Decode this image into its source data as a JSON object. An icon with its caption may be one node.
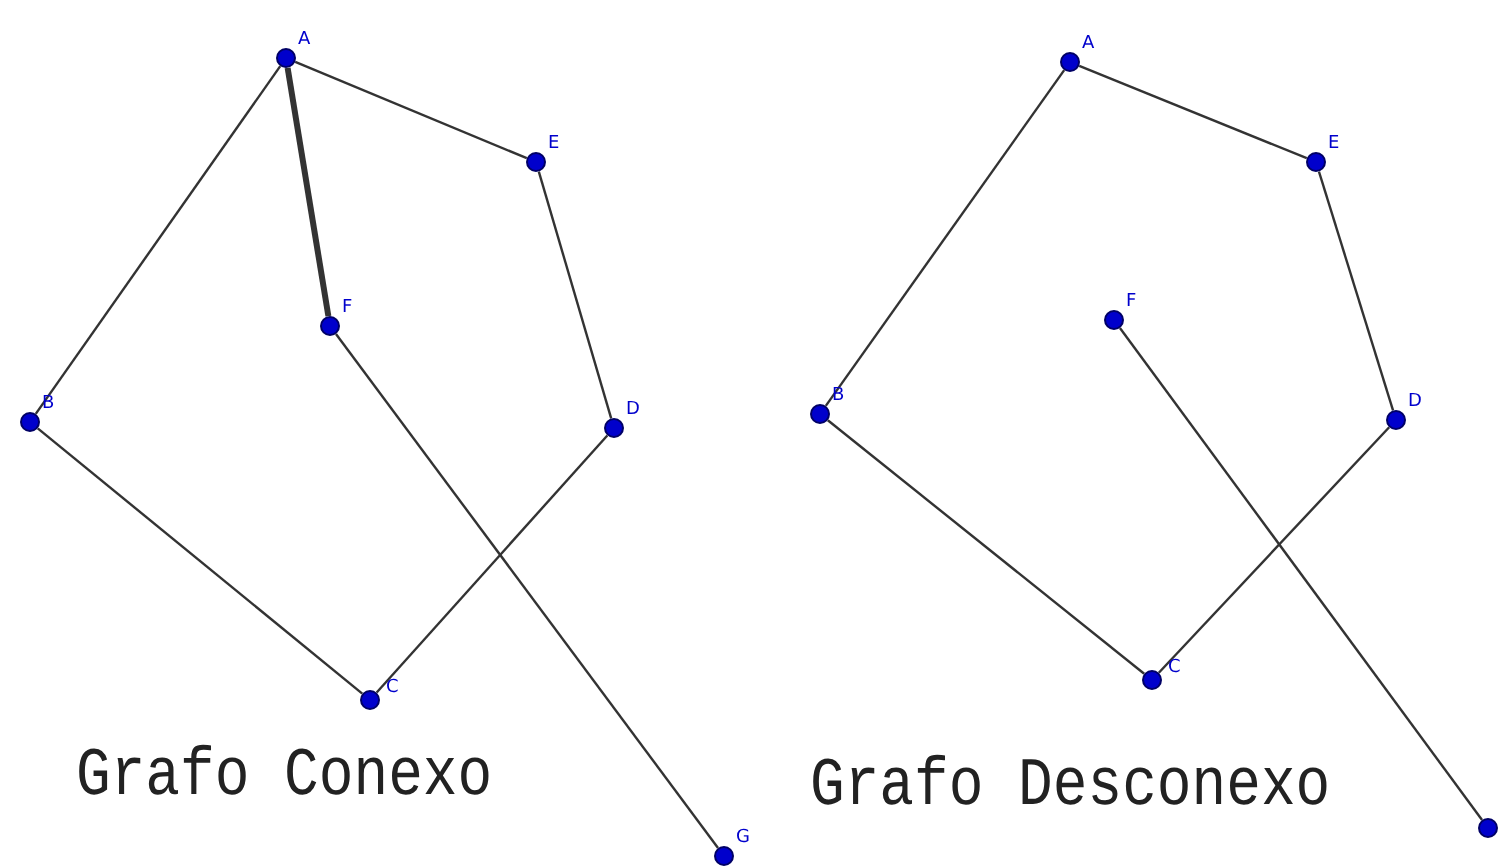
{
  "diagram": {
    "nodes": [
      {
        "text": [
          "A"
        ]
      },
      {
        "text": [
          "E"
        ]
      },
      {
        "text": [
          "F"
        ]
      },
      {
        "text": [
          "B"
        ]
      },
      {
        "text": [
          "D"
        ]
      },
      {
        "text": [
          "C"
        ]
      },
      {
        "text": [
          "G"
        ]
      },
      {
        "text": [
          "A"
        ]
      },
      {
        "text": [
          "E"
        ]
      },
      {
        "text": [
          "F"
        ]
      },
      {
        "text": [
          "B"
        ]
      },
      {
        "text": [
          "D"
        ]
      },
      {
        "text": [
          "C"
        ]
      },
      {
        "text": [],
        "shape": "circle"
      }
    ],
    "edges": [
      {
        "from": 0,
        "to": 1,
        "arrow": "none"
      },
      {
        "from": 0,
        "to": 2,
        "arrow": "none",
        "style": "thick"
      },
      {
        "from": 0,
        "to": 3,
        "arrow": "none"
      },
      {
        "from": 1,
        "to": 4,
        "arrow": "none"
      },
      {
        "from": 4,
        "to": 5,
        "arrow": "none"
      },
      {
        "from": 3,
        "to": 5,
        "arrow": "none"
      },
      {
        "from": 2,
        "to": 6,
        "arrow": "none"
      },
      {
        "from": 7,
        "to": 8,
        "arrow": "none"
      },
      {
        "from": 7,
        "to": 10,
        "arrow": "none"
      },
      {
        "from": 8,
        "to": 11,
        "arrow": "none"
      },
      {
        "from": 11,
        "to": 12,
        "arrow": "none"
      },
      {
        "from": 10,
        "to": 12,
        "arrow": "none"
      },
      {
        "from": 9,
        "to": 13,
        "arrow": "none"
      }
    ],
    "labels": [
      "Grafo Conexo",
      "Grafo Desconexo"
    ]
  }
}
